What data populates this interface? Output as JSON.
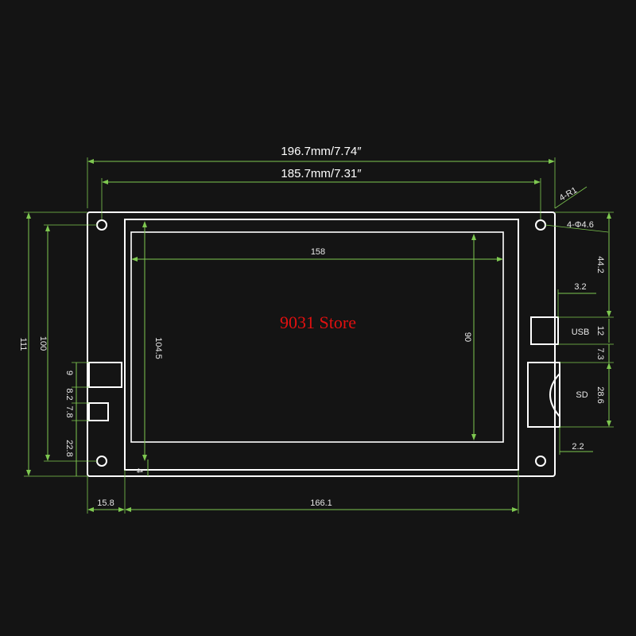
{
  "watermark": "9031 Store",
  "dimensions": {
    "overall_width": "196.7mm/7.74″",
    "hole_spacing_width": "185.7mm/7.31″",
    "corner_radius": "4-R1",
    "hole_dia": "4-Φ4.6",
    "display_width": "158",
    "display_height": "90",
    "inner_frame_height": "104.5",
    "overall_height": "111",
    "hole_spacing_height": "100",
    "right_top_offset": "44.2",
    "usb_offset": "3.2",
    "usb_height": "12",
    "usb_sd_gap": "7.3",
    "sd_height": "28.6",
    "sd_offset": "2.2",
    "left_conn_9": "9",
    "left_conn_8_2": "8.2",
    "left_conn_7_8": "7.8",
    "left_conn_22_8": "22.8",
    "bottom_gap_4": "4",
    "left_margin": "15.8",
    "frame_width": "166.1"
  },
  "labels": {
    "usb": "USB",
    "sd": "SD"
  },
  "colors": {
    "background": "#141414",
    "outline": "#ffffff",
    "dimension": "#7ec850",
    "watermark": "#e01010"
  }
}
